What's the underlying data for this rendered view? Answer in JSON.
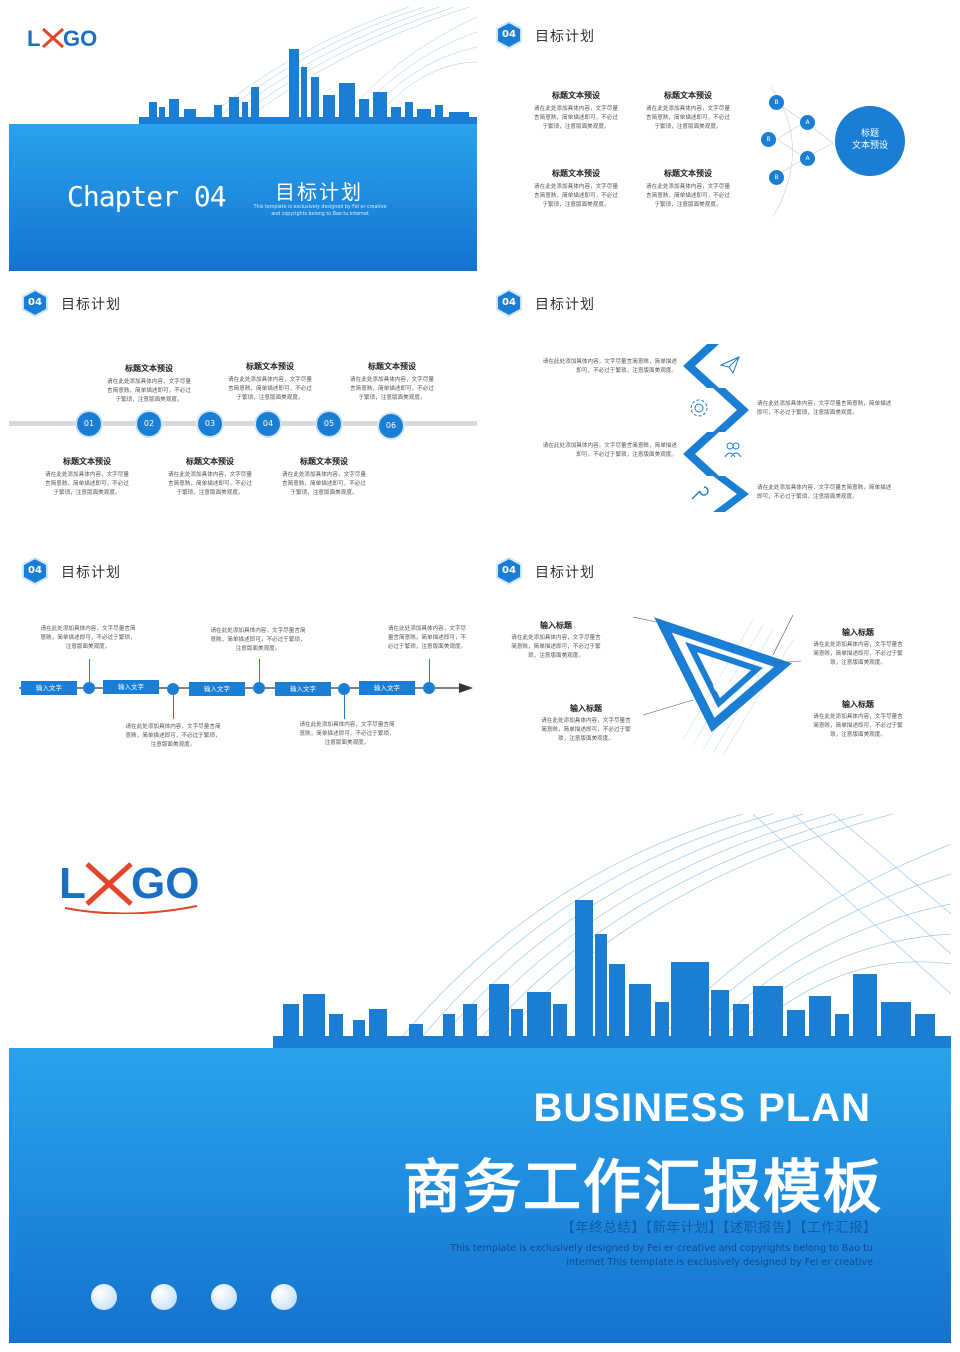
{
  "logo": {
    "text": "LXGO"
  },
  "chapter": {
    "label": "Chapter 04",
    "title": "目标计划",
    "note_line1": "This template is exclusively designed by Fei er creative",
    "note_line2": "and copyrights belong to Bao tu internet"
  },
  "section": {
    "num": "04",
    "title": "目标计划"
  },
  "common": {
    "heading": "标题文本预设",
    "body_line1": "请在此处添加具体内容，文字尽量",
    "body_line2": "言简意赅，简单描述即可，不必过",
    "body_line3": "于繁琐，注意版面美观度。"
  },
  "slide2": {
    "big_circle_line1": "标题",
    "big_circle_line2": "文本预设",
    "small_circles": [
      "B",
      "A",
      "B",
      "A",
      "B"
    ]
  },
  "slide3": {
    "nums": [
      "01",
      "02",
      "03",
      "04",
      "05",
      "06"
    ]
  },
  "slide4": {
    "left_line1": "请在此处添加具体内容，文字尽量言简意赅，简单描述",
    "left_line2": "即可，不必过于繁琐，注意版面美观度。",
    "right_line1": "请在此处添加具体内容，文字尽量言简意赅，简单描述",
    "right_line2": "即可，不必过于繁琐，注意版面美观度。"
  },
  "slide5": {
    "box_label": "输入文字",
    "top_line1": "请在此处添加具体内容，文字尽量言简",
    "top_line2": "意赅，简单描述即可，不必过于繁琐，",
    "top_line3": "注意版面美观度。",
    "right_line1": "请在此处添加具体内容，文字尽",
    "right_line2": "量言简意赅，简单描述即可，不",
    "right_line3": "必过于繁琐，注意版面美观度。"
  },
  "slide6": {
    "heading": "输入标题",
    "line1": "请在此处添加具体内容，文字尽量言",
    "line2": "简意赅，简单描述即可，不必过于繁",
    "line3": "琐，注意版面美观度。"
  },
  "cover": {
    "title_en": "BUSINESS PLAN",
    "title_cn": "商务工作汇报模板",
    "tags": "【年终总结】【新年计划】【述职报告】【工作汇报】",
    "note_line1": "This template is exclusively designed by Fei er creative and copyrights belong to Bao tu",
    "note_line2": "internet This template is exclusively designed by Fei er creative"
  },
  "colors": {
    "primary": "#1a7fd4",
    "light": "#2aa3ec",
    "logo_red": "#e3442b"
  }
}
